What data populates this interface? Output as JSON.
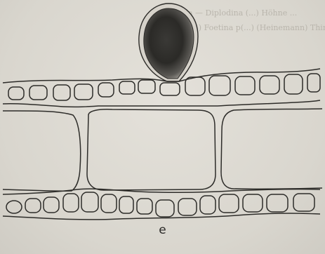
{
  "figure": {
    "panel_label": "e",
    "bleed_through_lines": [
      "a — Diplodina (...) Höhne ...",
      "(...) Foetina p(...) (Heinemann) Thiry ..."
    ]
  },
  "colors": {
    "paper": "#dcd9d1",
    "ink": "#2d2c29",
    "spore_dark": "#2b2a27",
    "spore_light": "#8c8983"
  }
}
